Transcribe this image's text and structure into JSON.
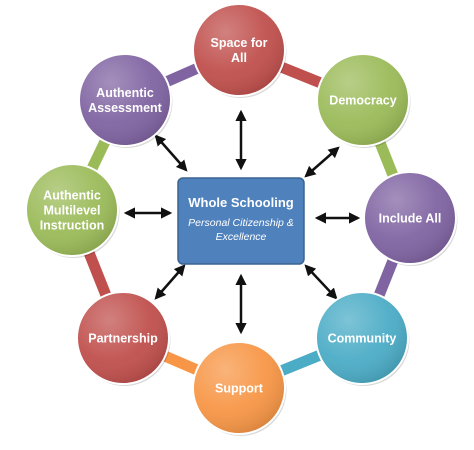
{
  "diagram": {
    "center": {
      "title": "Whole Schooling",
      "subtitle_line1": "Personal Citizenship &",
      "subtitle_line2": "Excellence",
      "color": "#4f81bd"
    },
    "nodes": [
      {
        "id": "space",
        "lines": [
          "Space for",
          "All"
        ],
        "color": "#c0504d"
      },
      {
        "id": "democracy",
        "lines": [
          "Democracy"
        ],
        "color": "#9bbb59"
      },
      {
        "id": "include",
        "lines": [
          "Include All"
        ],
        "color": "#8064a2"
      },
      {
        "id": "community",
        "lines": [
          "Community"
        ],
        "color": "#4bacc6"
      },
      {
        "id": "support",
        "lines": [
          "Support"
        ],
        "color": "#f79646"
      },
      {
        "id": "partnership",
        "lines": [
          "Partnership"
        ],
        "color": "#c0504d"
      },
      {
        "id": "instruction",
        "lines": [
          "Authentic",
          "Multilevel",
          "Instruction"
        ],
        "color": "#9bbb59"
      },
      {
        "id": "assessment",
        "lines": [
          "Authentic",
          "Assessment"
        ],
        "color": "#8064a2"
      }
    ],
    "ring_segment_colors": [
      "#c0504d",
      "#9bbb59",
      "#8064a2",
      "#4bacc6",
      "#f79646",
      "#c0504d",
      "#9bbb59",
      "#8064a2"
    ]
  }
}
